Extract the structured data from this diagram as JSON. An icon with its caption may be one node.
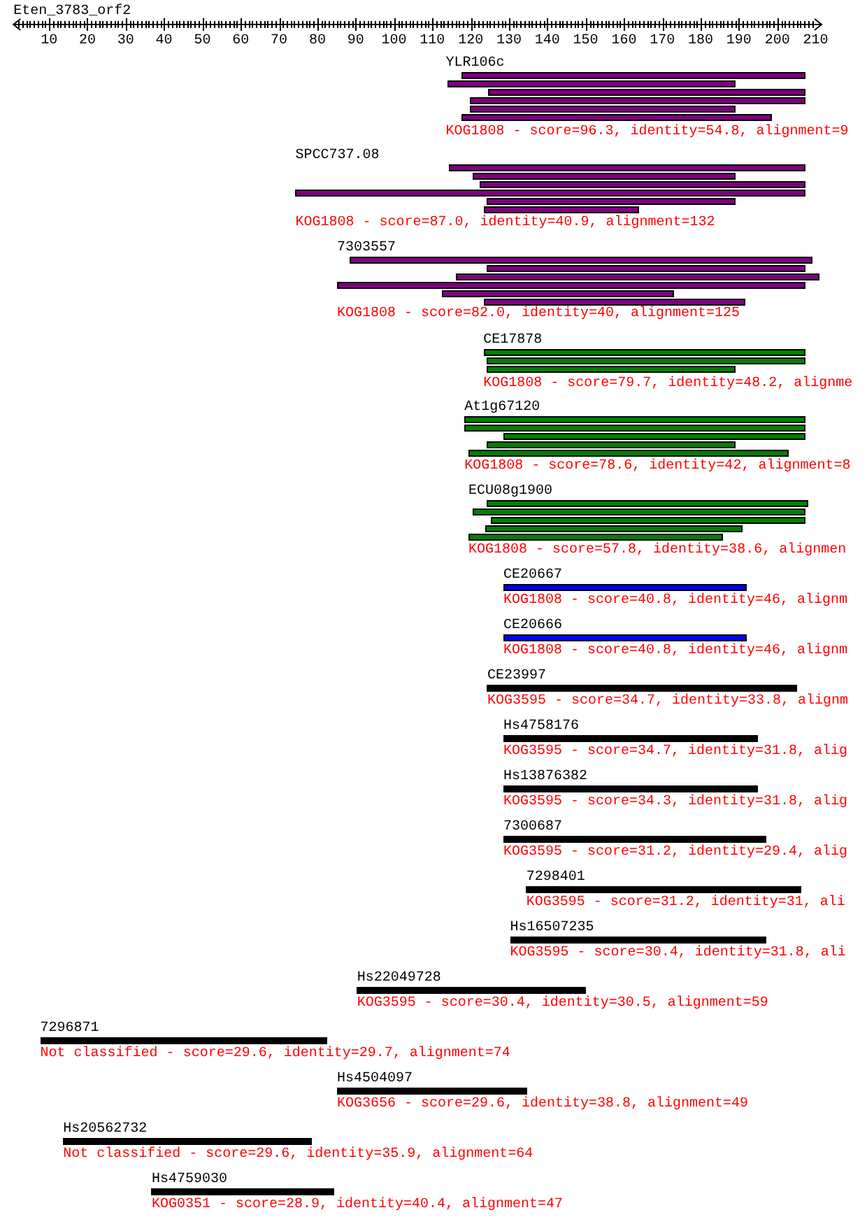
{
  "diagram": {
    "title": "Eten_3783_orf2",
    "labels": [
      "10",
      "20",
      "30",
      "40",
      "50",
      "60",
      "70",
      "80",
      "90",
      "100",
      "110",
      "120",
      "130",
      "140",
      "150",
      "160",
      "170",
      "180",
      "190",
      "200",
      "210",
      "YLR106c",
      "KOG1808 - score=96.3, identity=54.8, alignment=9",
      "SPCC737.08",
      "KOG1808 - score=87.0, identity=40.9, alignment=132",
      "7303557",
      "KOG1808 - score=82.0, identity=40, alignment=125",
      "CE17878",
      "KOG1808 - score=79.7, identity=48.2, alignme",
      "At1g67120",
      "KOG1808 - score=78.6, identity=42, alignment=8",
      "ECU08g1900",
      "KOG1808 - score=57.8, identity=38.6, alignmen",
      "CE20667",
      "KOG1808 - score=40.8, identity=46, alignm",
      "CE20666",
      "KOG1808 - score=40.8, identity=46, alignm",
      "CE23997",
      "KOG3595 - score=34.7, identity=33.8, alignm",
      "Hs4758176",
      "KOG3595 - score=34.7, identity=31.8, alig",
      "Hs13876382",
      "KOG3595 - score=34.3, identity=31.8, alig",
      "7300687",
      "KOG3595 - score=31.2, identity=29.4, alig",
      "7298401",
      "KOG3595 - score=31.2, identity=31, ali",
      "Hs16507235",
      "KOG3595 - score=30.4, identity=31.8, ali",
      "Hs22049728",
      "KOG3595 - score=30.4, identity=30.5, alignment=59",
      "7296871",
      "Not classified - score=29.6, identity=29.7, alignment=74",
      "Hs4504097",
      "KOG3656 - score=29.6, identity=38.8, alignment=49",
      "Hs20562732",
      "Not classified - score=29.6, identity=35.9, alignment=64",
      "Hs4759030",
      "KOG0351 - score=28.9, identity=40.4, alignment=47"
    ]
  }
}
